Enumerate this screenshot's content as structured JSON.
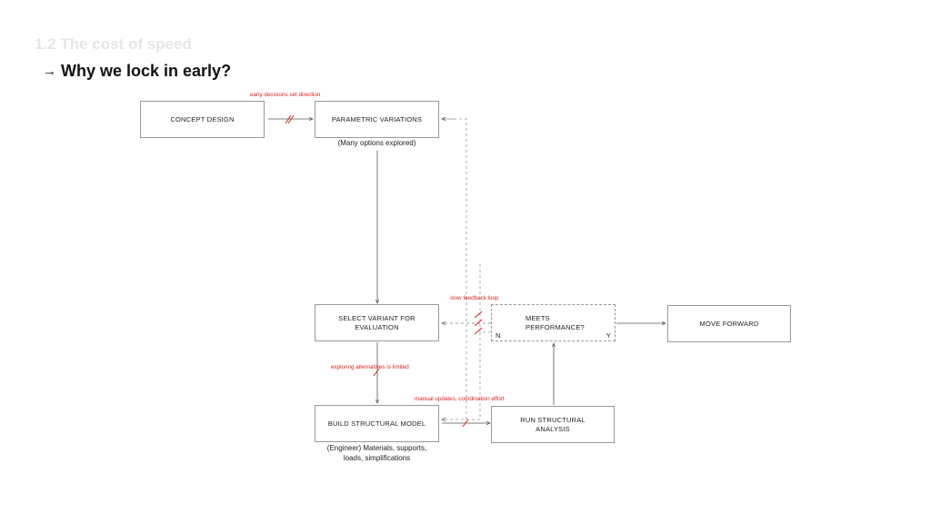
{
  "slide": {
    "section_title": "1.2 The cost of speed",
    "heading": "Why we lock in early?",
    "arrow_glyph": "→"
  },
  "boxes": {
    "concept_design": "CONCEPT DESIGN",
    "parametric_variations": "PARAMETRIC VARIATIONS",
    "select_variant": "SELECT VARIANT FOR\nEVALUATION",
    "meets_performance": "MEETS\nPERFORMANCE?",
    "move_forward": "MOVE FORWARD",
    "build_model": "BUILD STRUCTURAL MODEL",
    "run_analysis": "RUN STRUCTURAL\nANALYSIS"
  },
  "captions": {
    "parametric": "(Many options explored)",
    "build_model": "(Engineer) Materials, supports,\nloads, simplifications"
  },
  "decision": {
    "no": "N",
    "yes": "Y"
  },
  "annotations": {
    "early_decisions": "early decisions set direction",
    "slow_feedback": "slow feedback loop",
    "exploring_limited": "exploring alternatives is limited",
    "manual_updates": "manual updates, coordination effort"
  },
  "colors": {
    "friction": "#d9251c",
    "line": "#555555",
    "box_border": "#999999"
  }
}
